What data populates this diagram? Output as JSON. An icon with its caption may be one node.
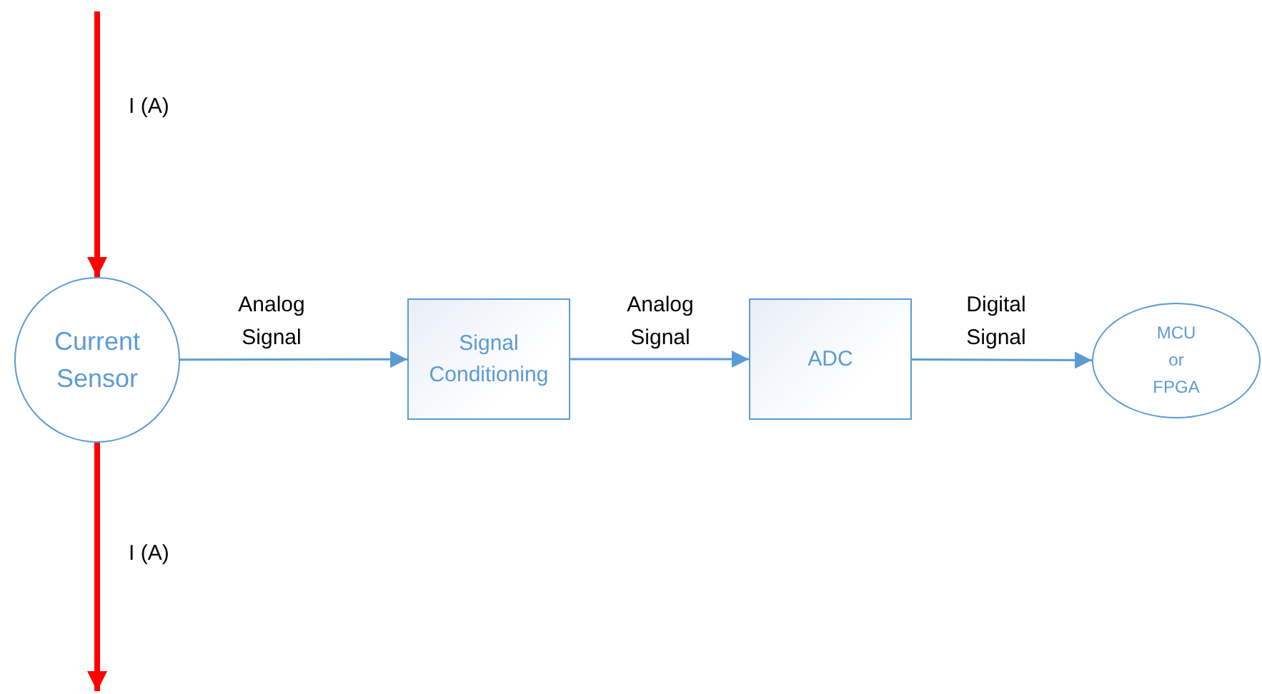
{
  "diagram": {
    "nodes": [
      {
        "text": [
          "Current Sensor"
        ]
      },
      {
        "text": [
          "Signal Conditioning"
        ]
      },
      {
        "text": [
          "ADC"
        ]
      },
      {
        "text": [
          "MCU or FPGA"
        ]
      }
    ],
    "edges": [
      {
        "from": null,
        "to": 0,
        "arrow": "to",
        "label": "I (A)",
        "style": "thick",
        "color": "#ff0000"
      },
      {
        "from": 0,
        "to": null,
        "arrow": "to",
        "label": "I (A)",
        "style": "thick",
        "color": "#ff0000"
      },
      {
        "from": 0,
        "to": 1,
        "arrow": "to",
        "label": "Analog Signal"
      },
      {
        "from": 1,
        "to": 2,
        "arrow": "to",
        "label": "Analog Signal"
      },
      {
        "from": 2,
        "to": 3,
        "arrow": "to",
        "label": "Digital Signal"
      }
    ]
  }
}
